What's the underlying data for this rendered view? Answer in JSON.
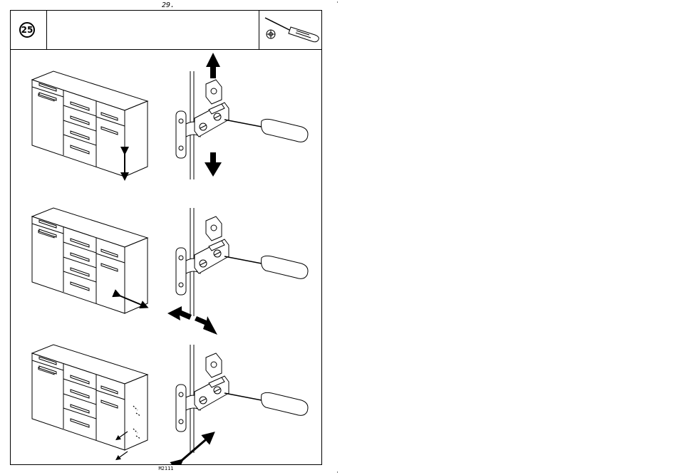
{
  "page": {
    "number": "29.",
    "model_code": "M2111"
  },
  "step": {
    "number": "25"
  },
  "tools": [
    "screwdriver-icon",
    "phillips-head-icon"
  ],
  "panels": [
    {
      "id": "panel-vertical",
      "adjustment": "vertical"
    },
    {
      "id": "panel-depth",
      "adjustment": "depth"
    },
    {
      "id": "panel-lateral",
      "adjustment": "lateral"
    }
  ]
}
